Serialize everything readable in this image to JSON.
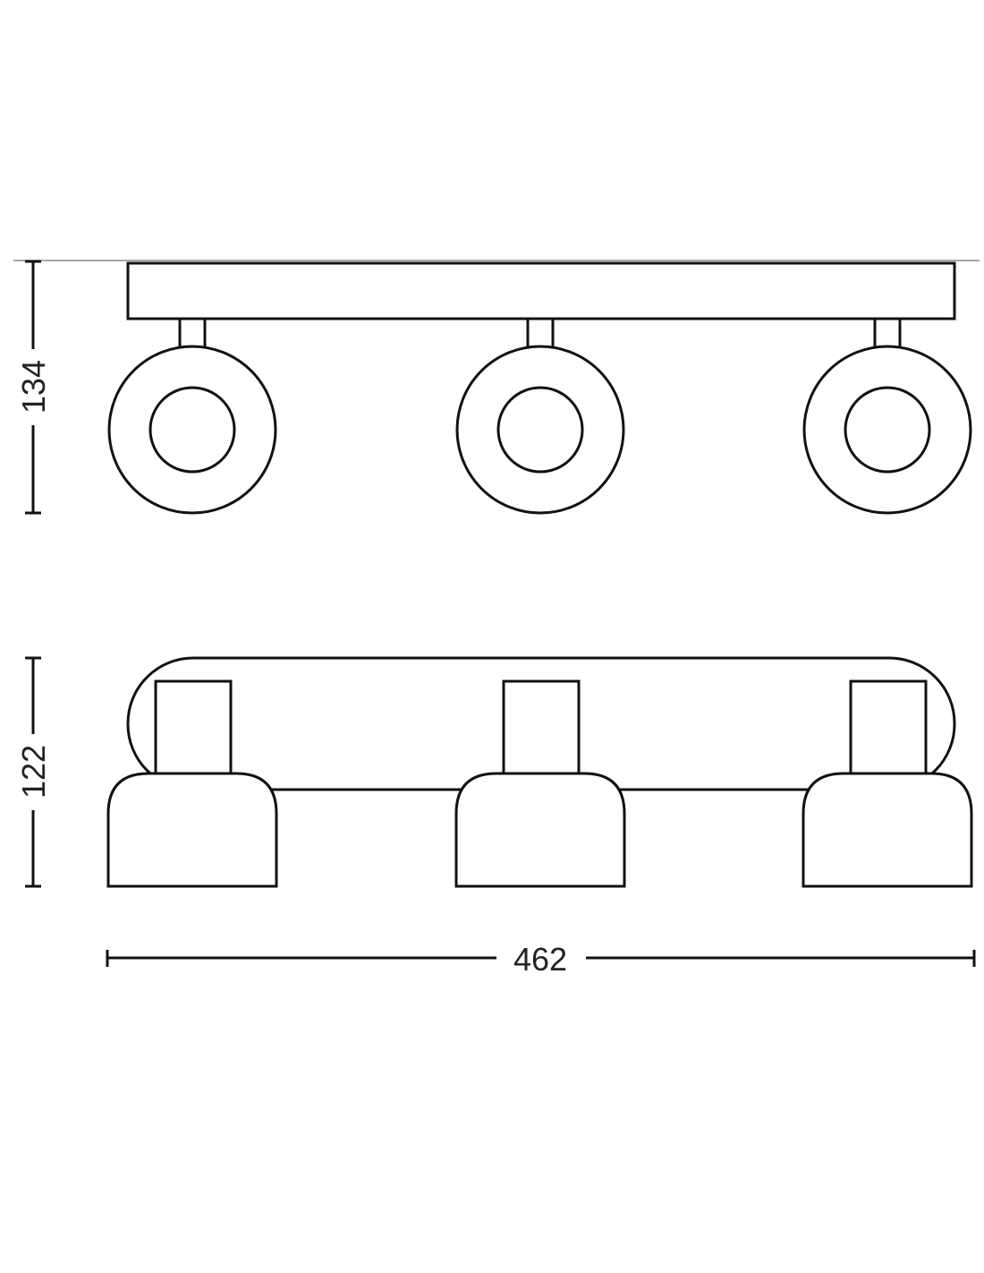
{
  "dimensions": {
    "height_top_view": "134",
    "height_side_view": "122",
    "width": "462"
  },
  "colors": {
    "line": "#111111",
    "ceiling": "#888888",
    "background": "#ffffff"
  },
  "spotlights": [
    {
      "name": "left"
    },
    {
      "name": "center"
    },
    {
      "name": "right"
    }
  ]
}
